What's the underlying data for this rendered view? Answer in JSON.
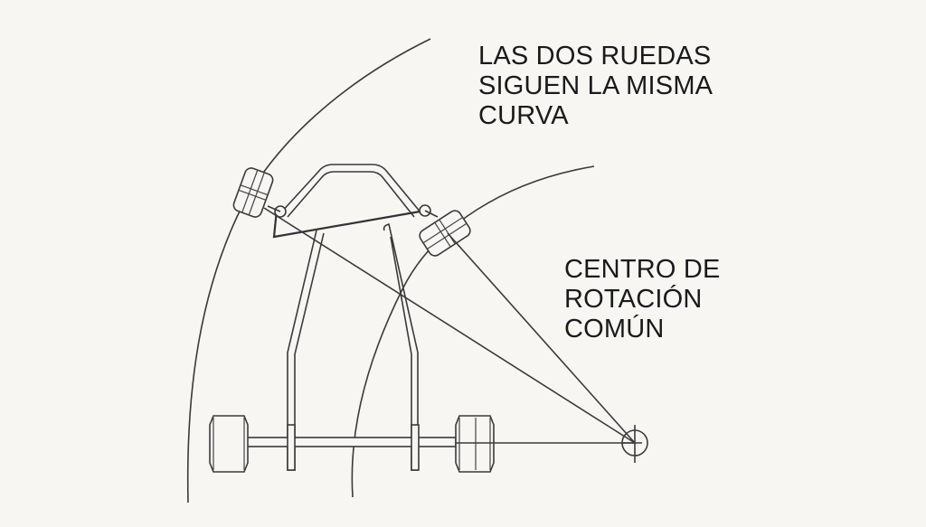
{
  "diagram": {
    "title_label": {
      "lines": [
        "LAS DOS RUEDAS",
        "SIGUEN LA MISMA",
        "CURVA"
      ]
    },
    "center_label": {
      "lines": [
        "CENTRO DE",
        "ROTACIÓN",
        "COMÚN"
      ]
    },
    "elements": {
      "outer_arc": "outer-wheel-turning-arc",
      "inner_arc": "inner-wheel-turning-arc",
      "front_left_wheel": "front-left-wheel",
      "front_right_wheel": "front-right-wheel",
      "rear_left_wheel": "rear-left-wheel",
      "rear_right_wheel": "rear-right-wheel",
      "rear_axle": "rear-axle",
      "chassis_frame": "kart-chassis-frame",
      "steering_linkage": "steering-tie-rod",
      "rotation_center": "common-rotation-center"
    }
  }
}
